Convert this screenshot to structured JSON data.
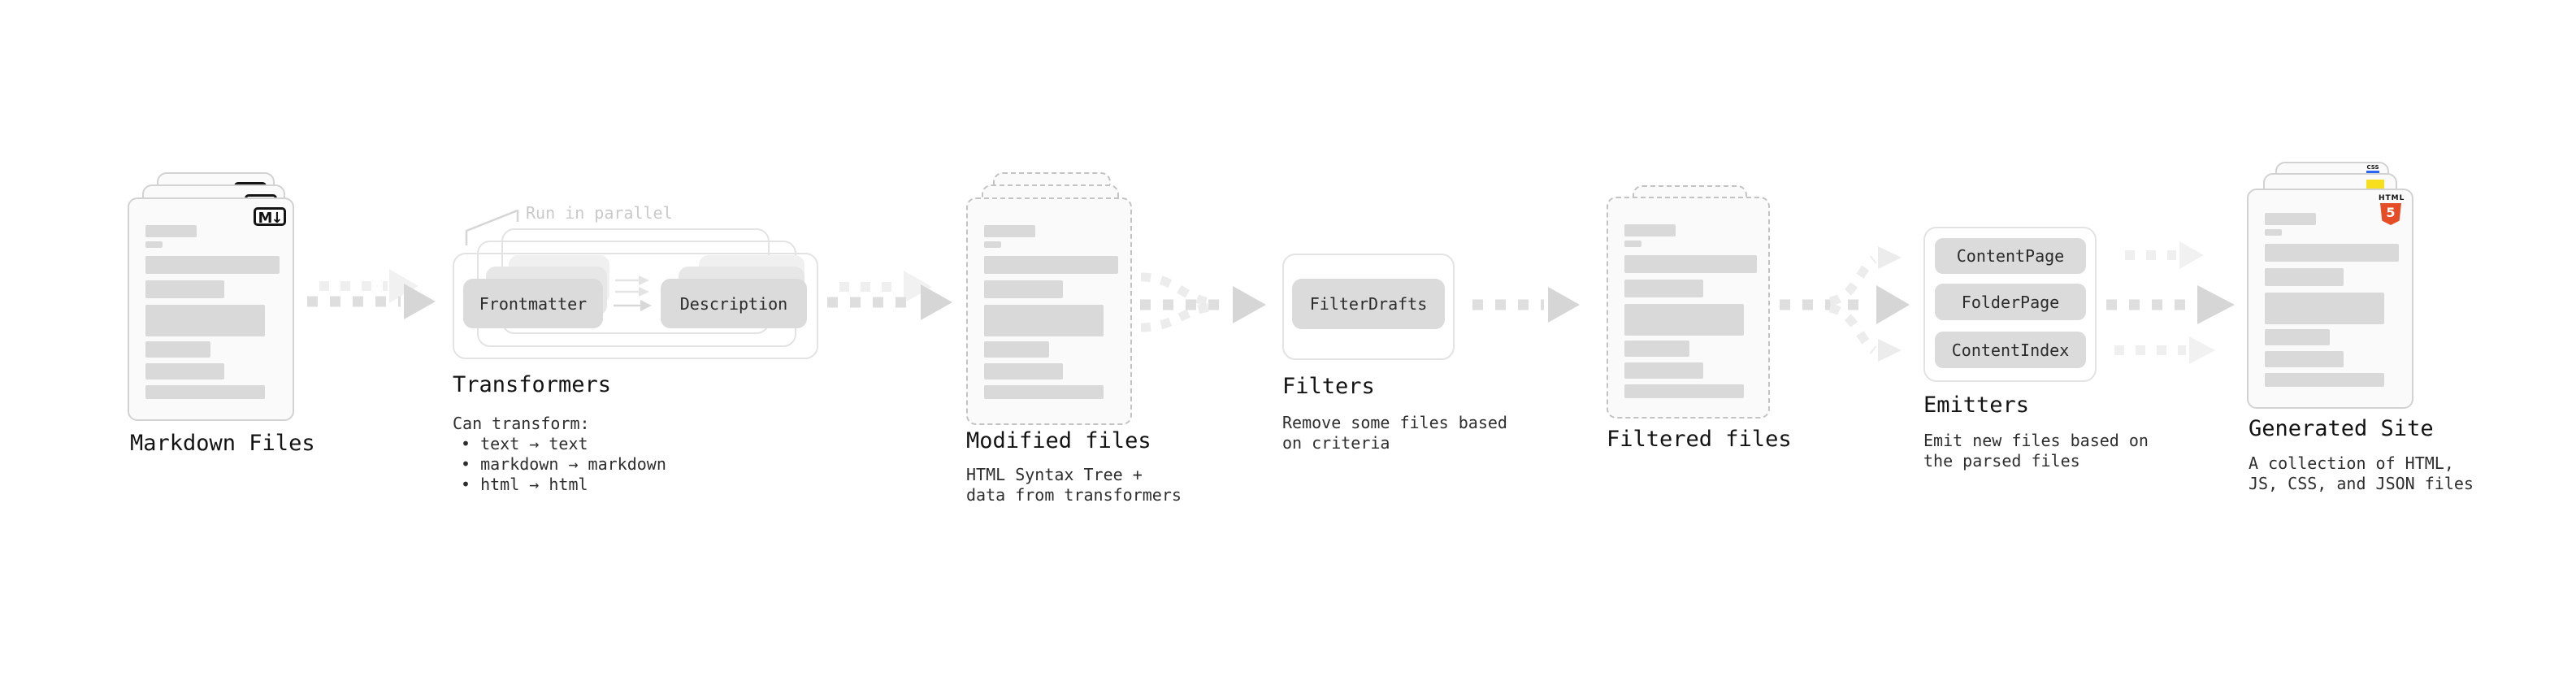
{
  "nodes": {
    "markdown_files": {
      "label": "Markdown Files",
      "file_badge": "M↓"
    },
    "transformers": {
      "label": "Transformers",
      "annotation": "Run in parallel",
      "steps": {
        "frontmatter": "Frontmatter",
        "description": "Description"
      },
      "caption": {
        "intro": "Can transform:",
        "bullet1": "• text → text",
        "bullet2": "• markdown → markdown",
        "bullet3": "• html → html"
      }
    },
    "modified_files": {
      "label": "Modified files",
      "caption": {
        "line1": "HTML Syntax Tree +",
        "line2": "data from transformers"
      }
    },
    "filters": {
      "label": "Filters",
      "steps": {
        "filter_drafts": "FilterDrafts"
      },
      "caption": {
        "line1": "Remove some files based",
        "line2": "on criteria"
      }
    },
    "filtered_files": {
      "label": "Filtered files"
    },
    "emitters": {
      "label": "Emitters",
      "steps": {
        "content_page": "ContentPage",
        "folder_page": "FolderPage",
        "content_index": "ContentIndex"
      },
      "caption": {
        "line1": "Emit new files based on",
        "line2": "the parsed files"
      }
    },
    "generated_site": {
      "label": "Generated Site",
      "caption": {
        "line1": "A collection of HTML,",
        "line2": "JS, CSS, and JSON files"
      },
      "badges": {
        "html5_label": "HTML",
        "html5_number": "5",
        "css_label": "CSS"
      }
    }
  },
  "colors": {
    "html5_orange": "#e44d26",
    "js_yellow": "#f7df1e",
    "css_blue": "#2965f1",
    "placeholder_gray": "#d9d9d9",
    "arrow_dark": "#dedede",
    "arrow_light": "#efefef"
  }
}
